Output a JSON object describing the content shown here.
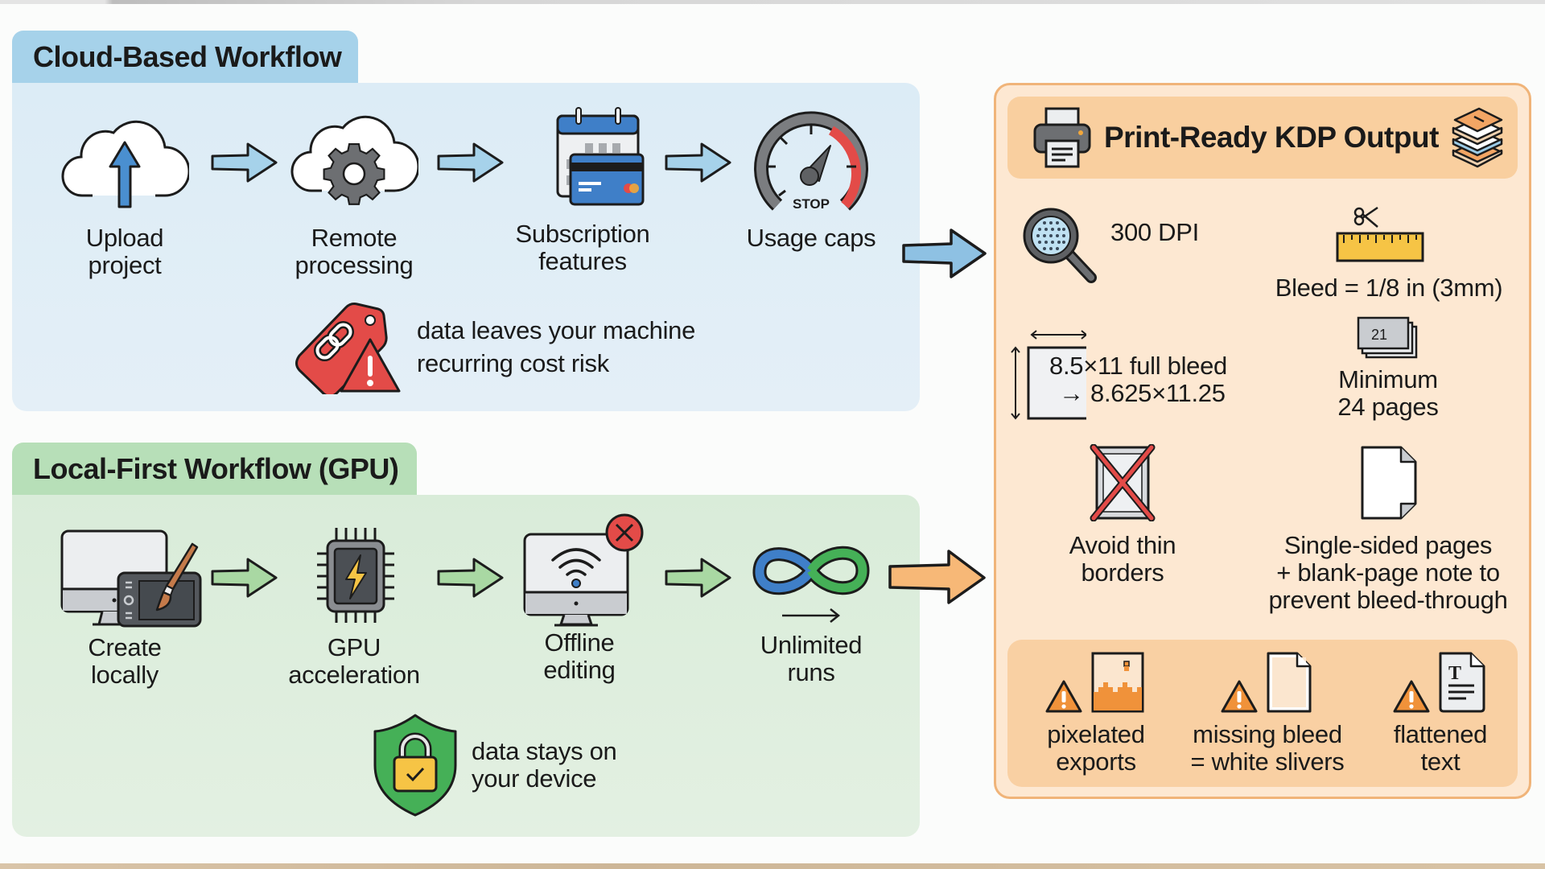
{
  "cloud": {
    "title": "Cloud-Based Workflow",
    "steps": [
      {
        "icon": "cloud-upload-icon",
        "line1": "Upload",
        "line2": "project"
      },
      {
        "icon": "cloud-gear-icon",
        "line1": "Remote",
        "line2": "processing"
      },
      {
        "icon": "calendar-credit-card-icon",
        "line1": "Subscription",
        "line2": "features"
      },
      {
        "icon": "speedometer-stop-icon",
        "line1": "Usage caps",
        "line2": ""
      }
    ],
    "gauge_text": "STOP",
    "note": {
      "icon": "price-tag-warning-icon",
      "line1": "data leaves your machine",
      "line2": "recurring cost risk"
    }
  },
  "local": {
    "title": "Local-First Workflow (GPU)",
    "steps": [
      {
        "icon": "monitor-drawing-tablet-icon",
        "line1": "Create",
        "line2": "locally"
      },
      {
        "icon": "gpu-chip-lightning-icon",
        "line1": "GPU",
        "line2": "acceleration"
      },
      {
        "icon": "monitor-wifi-offline-icon",
        "line1": "Offline",
        "line2": "editing"
      },
      {
        "icon": "infinity-icon",
        "line1": "Unlimited",
        "line2": "runs"
      }
    ],
    "note": {
      "icon": "shield-lock-icon",
      "line1": "data stays on",
      "line2": "your device"
    }
  },
  "kdp": {
    "title": "Print-Ready KDP Output",
    "specs": [
      {
        "icon": "magnifier-dots-icon",
        "line1": "300 DPI"
      },
      {
        "icon": "scissors-ruler-icon",
        "line1": "Bleed = 1/8 in (3mm)"
      },
      {
        "icon": "page-dimensions-icon",
        "line1": "8.5×11 full bleed",
        "line2": "→ 8.625×11.25"
      },
      {
        "icon": "page-stack-icon",
        "line1": "Minimum",
        "line2": "24 pages",
        "badge": "21"
      },
      {
        "icon": "crossed-border-icon",
        "line1": "Avoid thin",
        "line2": "borders"
      },
      {
        "icon": "blank-page-icon",
        "line1": "Single-sided pages",
        "line2": "+ blank-page note to",
        "line3": "prevent bleed-through"
      }
    ],
    "warnings": [
      {
        "icon": "pixelated-image-icon",
        "line1": "pixelated",
        "line2": "exports"
      },
      {
        "icon": "blank-document-icon",
        "line1": "missing bleed",
        "line2": "= white slivers"
      },
      {
        "icon": "text-document-icon",
        "line1": "flattened",
        "line2": "text"
      }
    ]
  },
  "colors": {
    "cloud_accent": "#a6d2ea",
    "local_accent": "#b7dfb8",
    "kdp_accent": "#f9cf9f",
    "warning": "#f0923a",
    "danger": "#e34b48"
  }
}
